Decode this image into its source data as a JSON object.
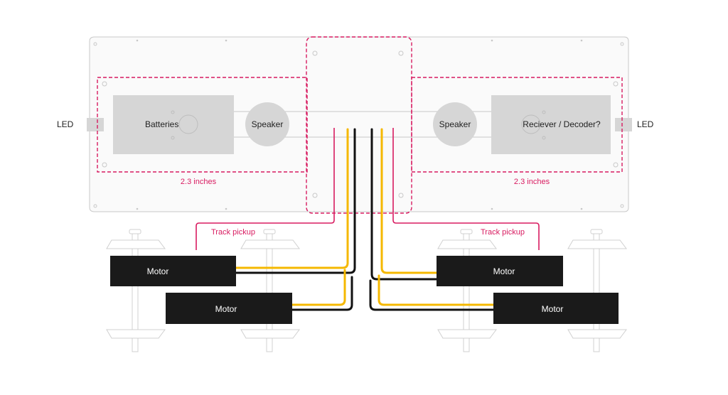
{
  "labels": {
    "led_left": "LED",
    "led_right": "LED",
    "batteries": "Batteries",
    "speaker_left": "Speaker",
    "speaker_right": "Speaker",
    "receiver": "Reciever / Decoder?",
    "dimension_left": "2.3 inches",
    "dimension_right": "2.3 inches",
    "track_pickup_left": "Track pickup",
    "track_pickup_right": "Track pickup",
    "motor_1": "Motor",
    "motor_2": "Motor",
    "motor_3": "Motor",
    "motor_4": "Motor"
  },
  "colors": {
    "accent": "#d81b60",
    "wire_power": "#f5b800",
    "wire_ground": "#111111",
    "component_fill": "#d6d6d6",
    "motor_fill": "#1a1a1a",
    "chassis_stroke": "#c8c8c8"
  }
}
